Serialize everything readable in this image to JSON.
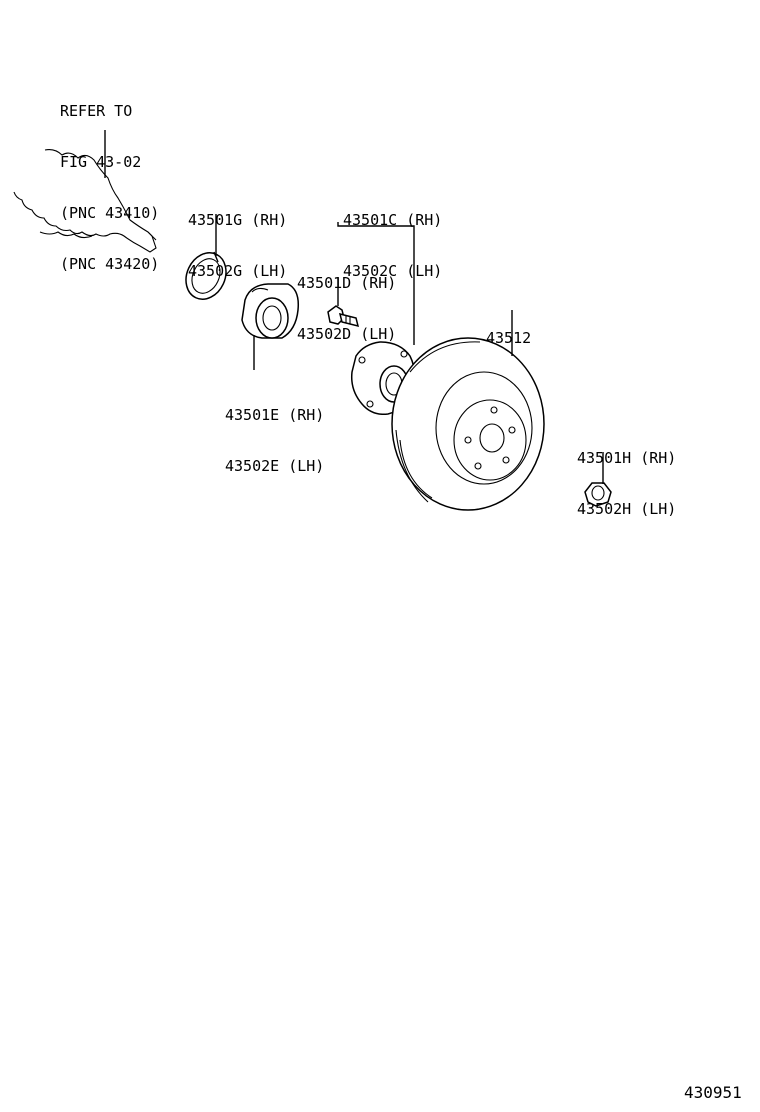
{
  "refer_note": {
    "line1": "REFER TO",
    "line2": "FIG 43-02",
    "line3": "(PNC 43410)",
    "line4": "(PNC 43420)"
  },
  "parts": {
    "snap_ring": {
      "rh": "43501G (RH)",
      "lh": "43502G (LH)"
    },
    "hub": {
      "rh": "43501C (RH)",
      "lh": "43502C (LH)"
    },
    "hub_bolt": {
      "rh": "43501D (RH)",
      "lh": "43502D (LH)"
    },
    "bearing": {
      "rh": "43501E (RH)",
      "lh": "43502E (LH)"
    },
    "disc": {
      "number": "43512"
    },
    "nut": {
      "rh": "43501H (RH)",
      "lh": "43502H (LH)"
    }
  },
  "figure_number": "430951"
}
